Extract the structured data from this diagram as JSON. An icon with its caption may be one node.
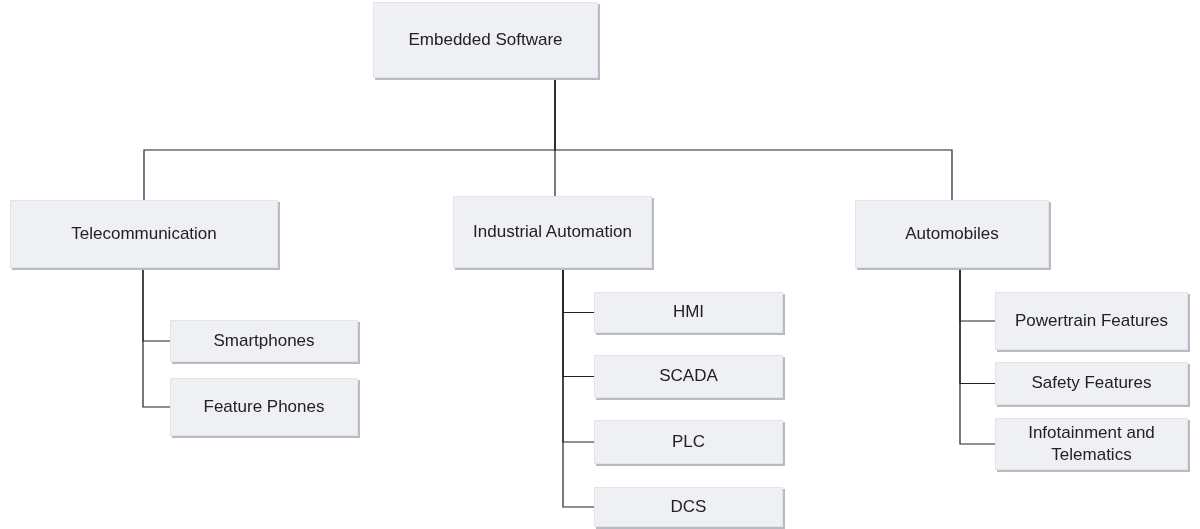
{
  "diagram": {
    "nodes": [
      {
        "text": [
          "Embedded Software"
        ]
      },
      {
        "text": [
          "Telecommunication"
        ]
      },
      {
        "text": [
          "Smartphones"
        ]
      },
      {
        "text": [
          "Feature Phones"
        ]
      },
      {
        "text": [
          "Industrial Automation"
        ]
      },
      {
        "text": [
          "HMI"
        ]
      },
      {
        "text": [
          "SCADA"
        ]
      },
      {
        "text": [
          "PLC"
        ]
      },
      {
        "text": [
          "DCS"
        ]
      },
      {
        "text": [
          "Automobiles"
        ]
      },
      {
        "text": [
          "Powertrain Features"
        ]
      },
      {
        "text": [
          "Safety Features"
        ]
      },
      {
        "text": [
          "Infotainment and Telematics"
        ]
      }
    ],
    "edges": [
      {
        "from": 0,
        "to": 1,
        "arrow": "none"
      },
      {
        "from": 0,
        "to": 4,
        "arrow": "none"
      },
      {
        "from": 0,
        "to": 9,
        "arrow": "none"
      },
      {
        "from": 1,
        "to": 2,
        "arrow": "none"
      },
      {
        "from": 1,
        "to": 3,
        "arrow": "none"
      },
      {
        "from": 4,
        "to": 5,
        "arrow": "none"
      },
      {
        "from": 4,
        "to": 6,
        "arrow": "none"
      },
      {
        "from": 4,
        "to": 7,
        "arrow": "none"
      },
      {
        "from": 4,
        "to": 8,
        "arrow": "none"
      },
      {
        "from": 9,
        "to": 10,
        "arrow": "none"
      },
      {
        "from": 9,
        "to": 11,
        "arrow": "none"
      },
      {
        "from": 9,
        "to": 12,
        "arrow": "none"
      }
    ]
  }
}
